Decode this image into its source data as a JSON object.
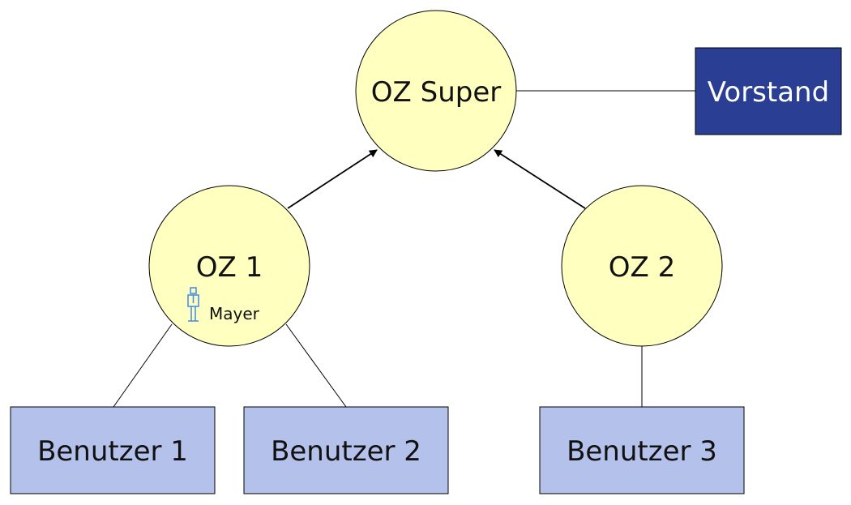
{
  "nodes": {
    "oz_super": {
      "label": "OZ Super"
    },
    "oz_1": {
      "label": "OZ 1",
      "person": {
        "name": "Mayer",
        "icon": "person-icon"
      }
    },
    "oz_2": {
      "label": "OZ 2"
    },
    "vorstand": {
      "label": "Vorstand"
    },
    "benutzer_1": {
      "label": "Benutzer 1"
    },
    "benutzer_2": {
      "label": "Benutzer 2"
    },
    "benutzer_3": {
      "label": "Benutzer 3"
    }
  },
  "colors": {
    "circle_fill": "#ffffc0",
    "user_box_fill": "#b4c1ea",
    "vorstand_fill": "#2a3f94",
    "vorstand_text": "#ffffff",
    "line": "#000000",
    "person_icon": "#4a8fe8"
  },
  "edges": [
    {
      "from": "oz_1",
      "to": "oz_super",
      "type": "arrow"
    },
    {
      "from": "oz_2",
      "to": "oz_super",
      "type": "arrow"
    },
    {
      "from": "oz_super",
      "to": "vorstand",
      "type": "line"
    },
    {
      "from": "oz_1",
      "to": "benutzer_1",
      "type": "line"
    },
    {
      "from": "oz_1",
      "to": "benutzer_2",
      "type": "line"
    },
    {
      "from": "oz_2",
      "to": "benutzer_3",
      "type": "line"
    }
  ]
}
